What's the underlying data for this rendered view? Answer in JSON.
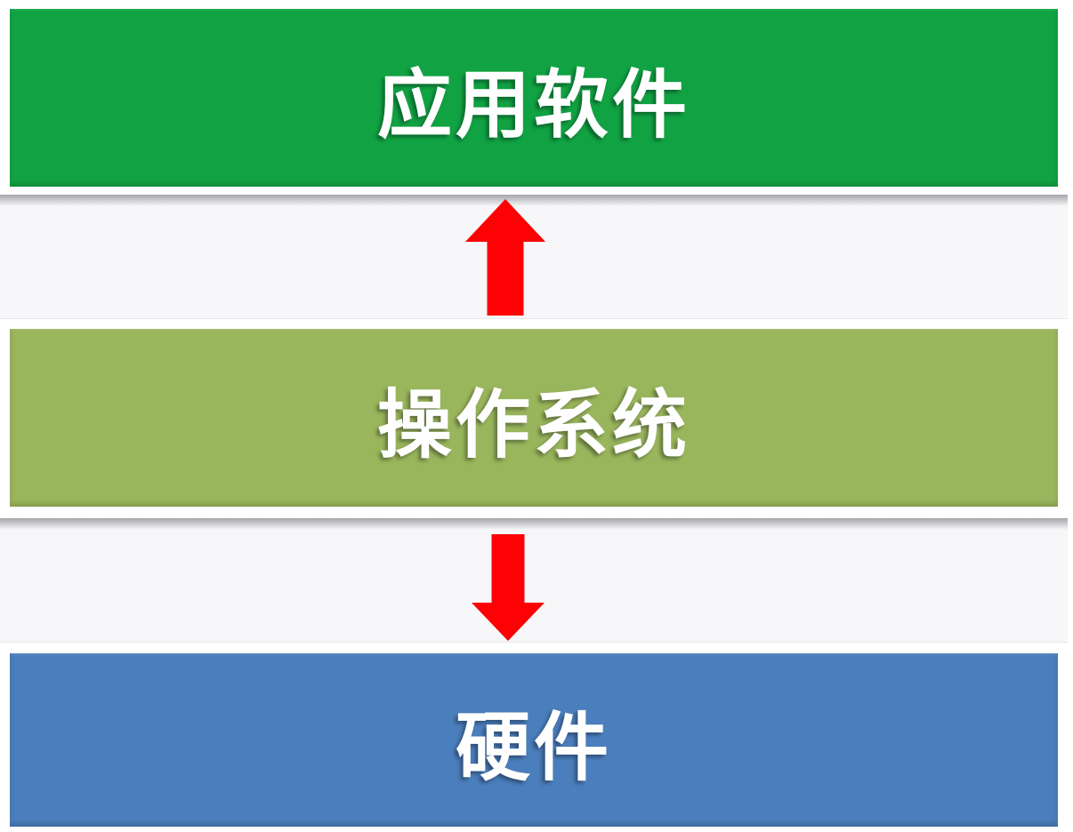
{
  "diagram": {
    "description": "three-layer computer system stack diagram",
    "text_color": "#FFFFFF",
    "band_color": "#F7F7F9",
    "layers": [
      {
        "id": "application-software",
        "label": "应用软件",
        "color": "#11A343"
      },
      {
        "id": "operating-system",
        "label": "操作系统",
        "color": "#9AB65C"
      },
      {
        "id": "hardware",
        "label": "硬件",
        "color": "#4B7EBC"
      }
    ],
    "arrows": [
      {
        "direction": "up",
        "from": "operating-system",
        "to": "application-software",
        "color": "#FD0204"
      },
      {
        "direction": "down",
        "from": "operating-system",
        "to": "hardware",
        "color": "#FD0204"
      }
    ]
  }
}
